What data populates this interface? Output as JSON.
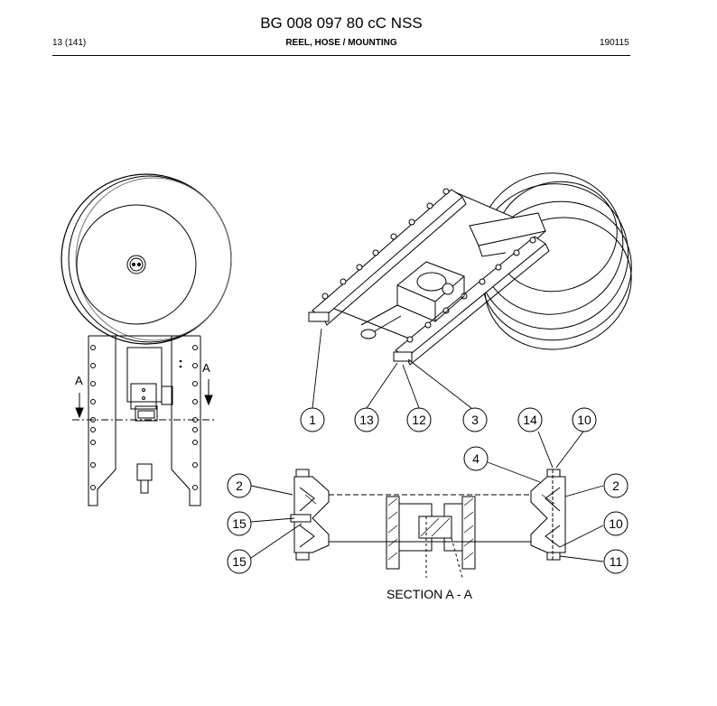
{
  "header": {
    "doc_title": "BG 008 097 80 cC NSS",
    "page_number": "13 (141)",
    "section_title": "REEL, HOSE / MOUNTING",
    "date_code": "190115"
  },
  "drawing": {
    "section_marker": "A",
    "section_caption": "SECTION A - A",
    "callouts": [
      "1",
      "13",
      "12",
      "3",
      "14",
      "10",
      "4",
      "2",
      "2",
      "15",
      "10",
      "15",
      "11"
    ]
  }
}
